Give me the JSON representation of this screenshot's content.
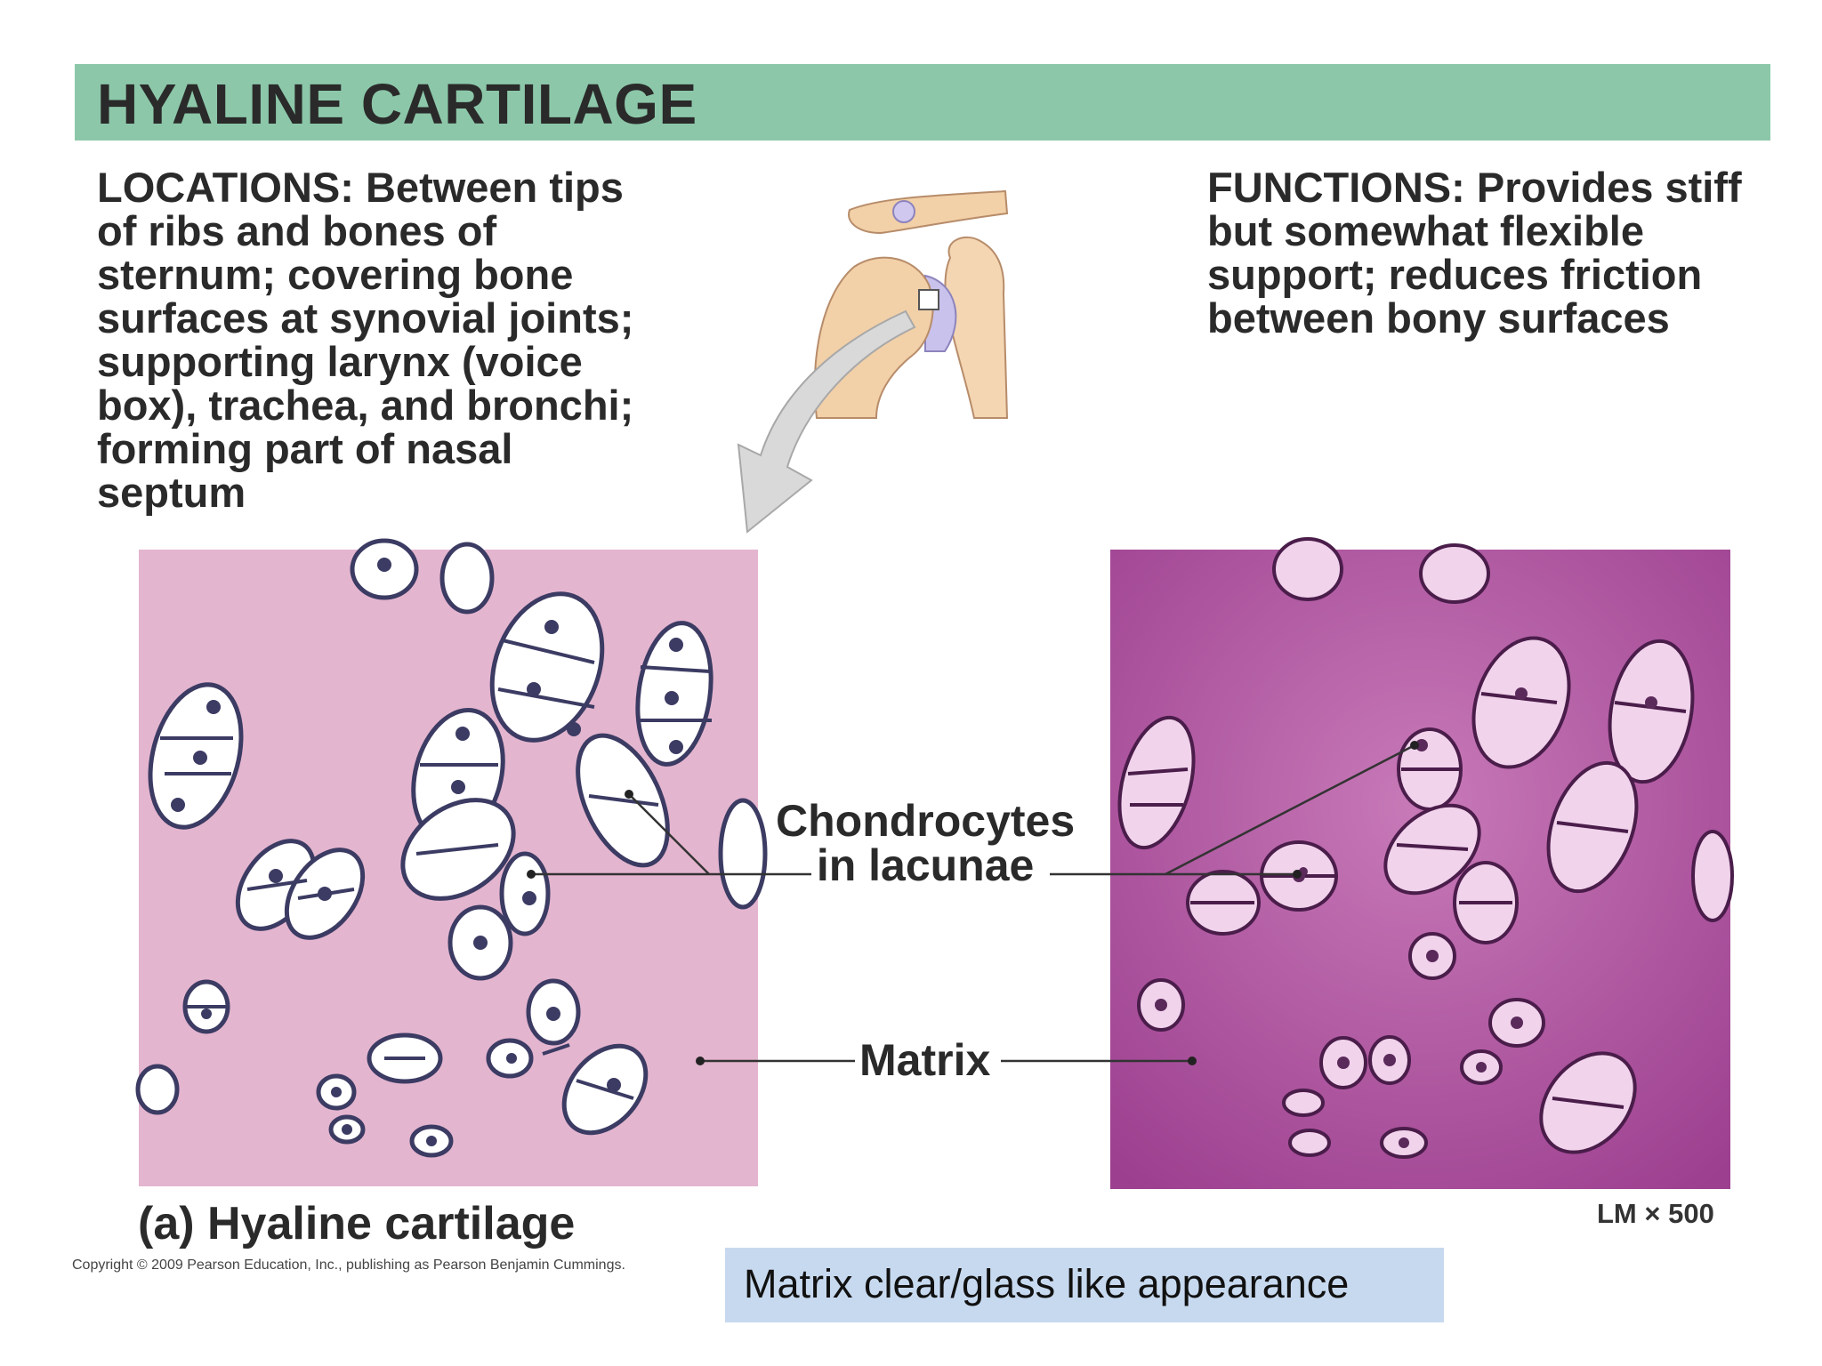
{
  "header": {
    "title": "HYALINE CARTILAGE"
  },
  "locations": {
    "text": "LOCATIONS: Between tips of ribs and bones of sternum; covering bone surfaces at synovial joints; supporting larynx (voice box), trachea, and bronchi; forming part of nasal septum"
  },
  "functions": {
    "text": "FUNCTIONS: Provides stiff but somewhat flexible support; reduces friction between bony surfaces"
  },
  "labels": {
    "chondrocytes_line1": "Chondrocytes",
    "chondrocytes_line2": "in lacunae",
    "matrix": "Matrix",
    "panel_a": "(a) Hyaline cartilage",
    "magnification": "LM × 500"
  },
  "copyright": "Copyright © 2009 Pearson Education, Inc., publishing as Pearson Benjamin Cummings.",
  "note": "Matrix clear/glass like appearance",
  "colors": {
    "banner": "#8cc7a9",
    "drawing_matrix": "#e4b5cf",
    "micrograph_matrix": "#b45aa6",
    "note_box": "#c7d9ef"
  }
}
